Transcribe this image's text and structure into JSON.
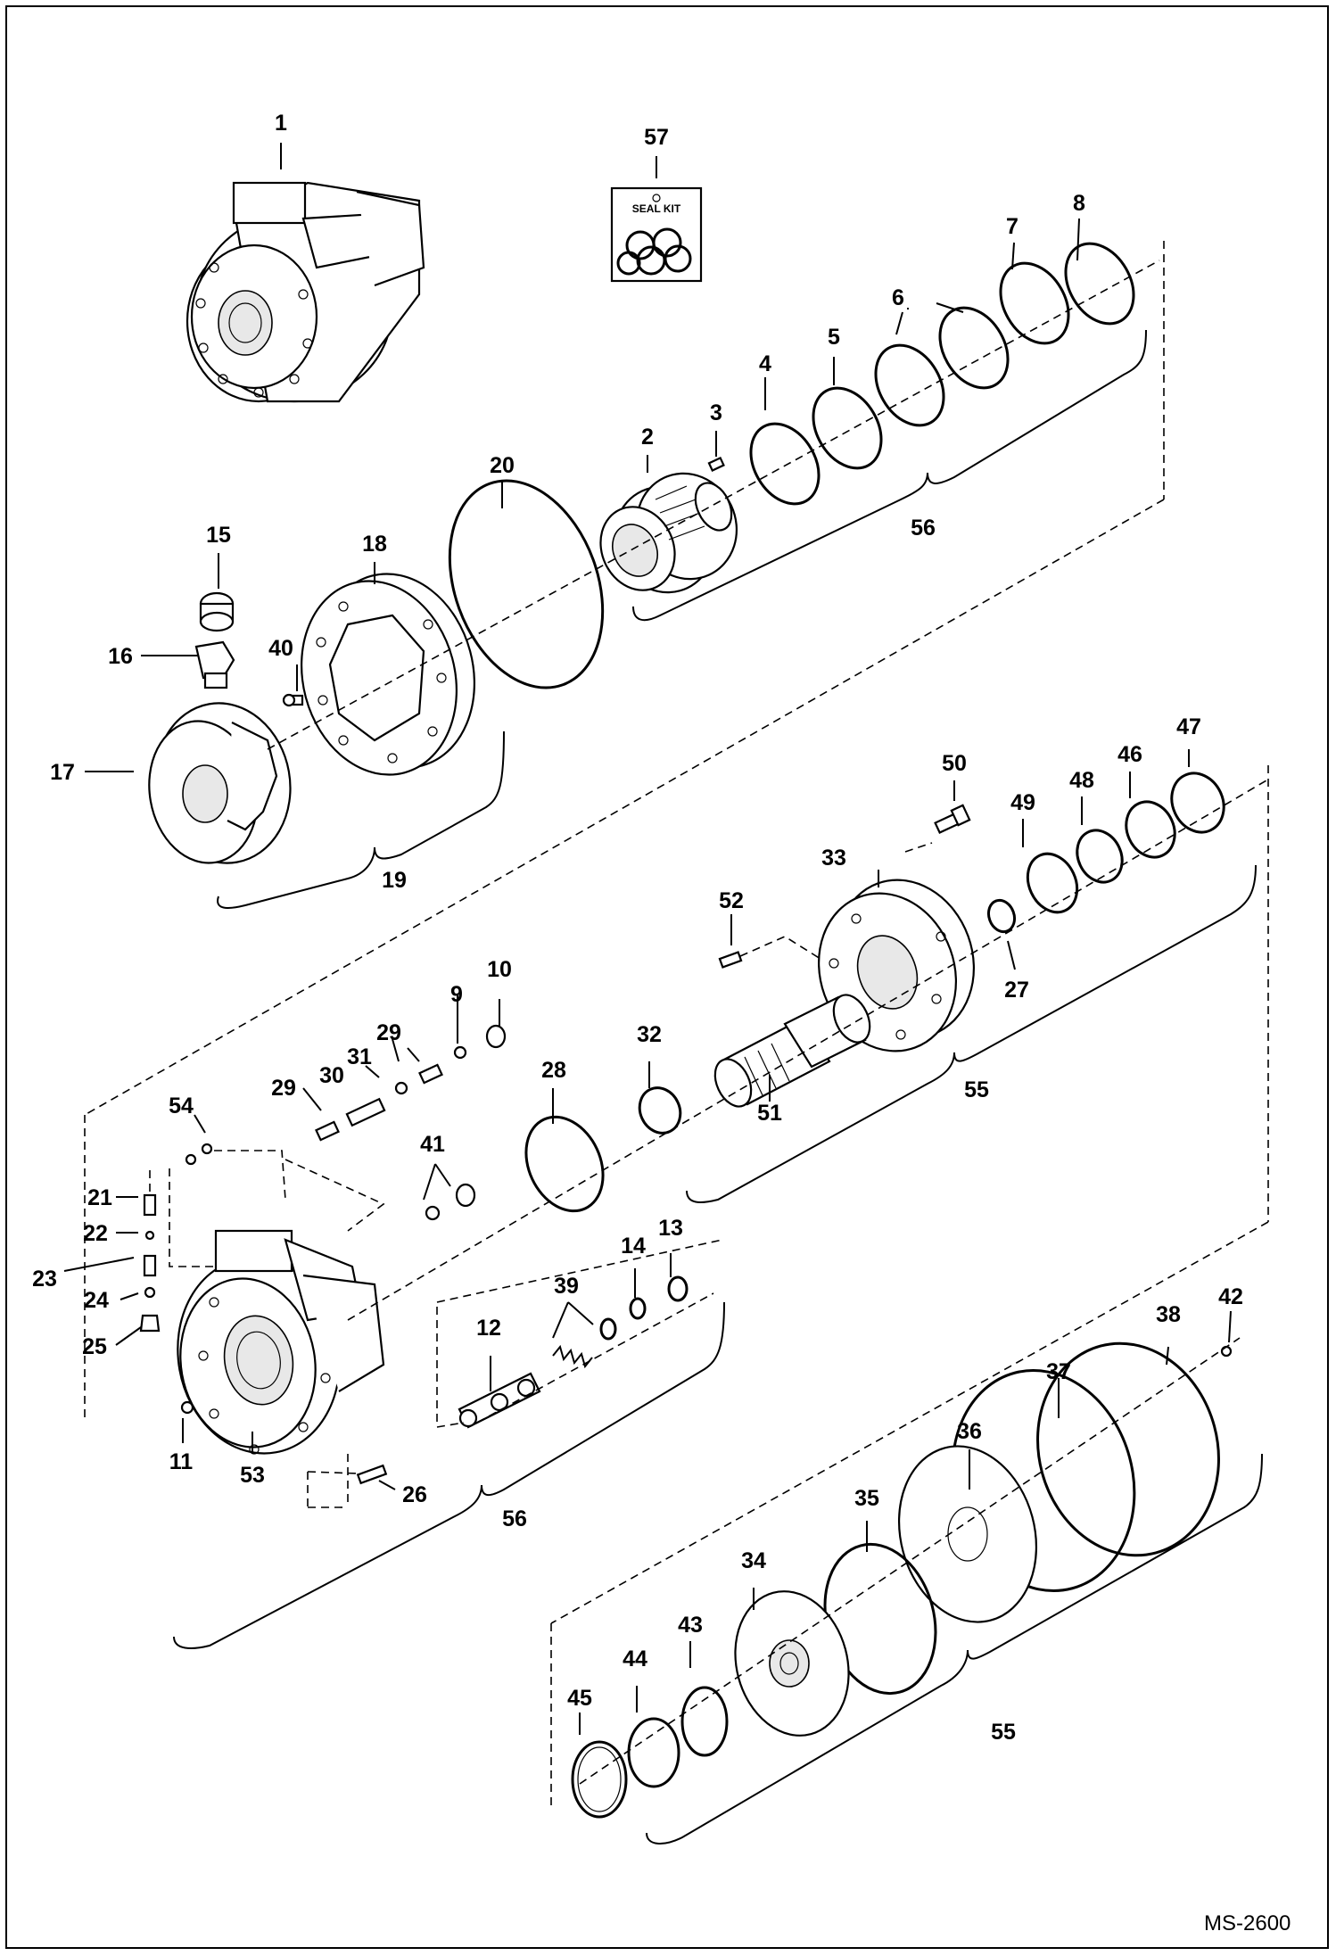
{
  "figure": {
    "reference": "MS-2600",
    "seal_kit_text": "SEAL KIT"
  },
  "callouts": [
    "1",
    "2",
    "3",
    "4",
    "5",
    "6",
    "7",
    "8",
    "9",
    "10",
    "11",
    "12",
    "13",
    "14",
    "15",
    "16",
    "17",
    "18",
    "19",
    "20",
    "21",
    "22",
    "23",
    "24",
    "25",
    "26",
    "27",
    "28",
    "29",
    "29",
    "30",
    "31",
    "32",
    "33",
    "34",
    "35",
    "36",
    "37",
    "38",
    "39",
    "40",
    "41",
    "42",
    "43",
    "44",
    "45",
    "46",
    "47",
    "48",
    "49",
    "50",
    "51",
    "52",
    "53",
    "54",
    "55",
    "55",
    "56",
    "56",
    "57"
  ]
}
